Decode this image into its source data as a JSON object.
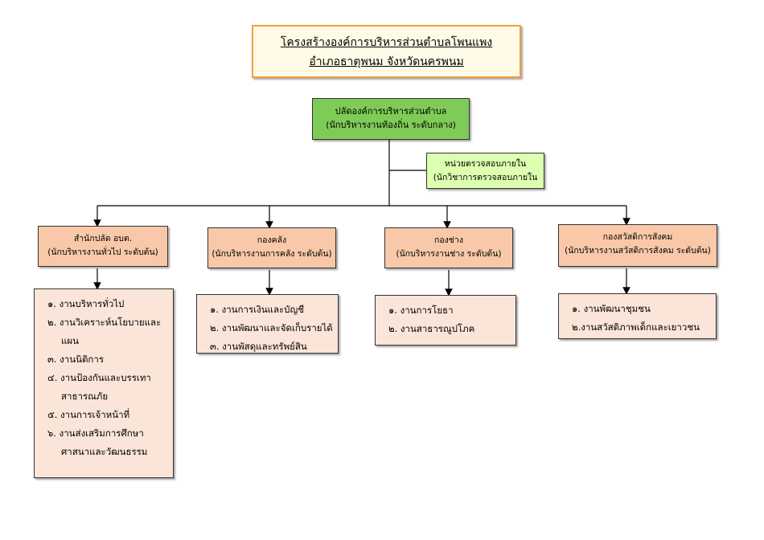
{
  "title": {
    "line1": "โครงสร้างองค์การบริหารส่วนตำบลโพนแพง",
    "line2": "อำเภอธาตุพนม  จังหวัดนครพนม"
  },
  "head": {
    "name": "ปลัดองค์การบริหารส่วนตำบล",
    "position": "(นักบริหารงานท้องถิ่น ระดับกลาง)"
  },
  "audit": {
    "name": "หน่วยตรวจสอบภายใน",
    "position": "(นักวิชาการตรวจสอบภายใน"
  },
  "departments": [
    {
      "name": "สำนักปลัด อบต.",
      "position": "(นักบริหารงานทั่วไป  ระดับต้น)",
      "tasks": [
        "๑. งานบริหารทั่วไป",
        "๒. งานวิเคราะห์นโยบายและ",
        "แผน",
        "๓. งานนิติการ",
        "๔. งานป้องกันและบรรเทา",
        "สาธารณภัย",
        "๕. งานการเจ้าหน้าที่",
        "๖. งานส่งเสริมการศึกษา",
        "ศาสนาและวัฒนธรรม"
      ]
    },
    {
      "name": "กองคลัง",
      "position": "(นักบริหารงานการคลัง ระดับต้น)",
      "tasks": [
        "๑. งานการเงินและบัญชี",
        "๒. งานพัฒนาและจัดเก็บรายได้",
        "๓. งานพัสดุและทรัพย์สิน"
      ]
    },
    {
      "name": "กองช่าง",
      "position": "(นักบริหารงานช่าง ระดับต้น)",
      "tasks": [
        "๑. งานการโยธา",
        "๒. งานสาธารณูปโภค"
      ]
    },
    {
      "name": "กองสวัสดิการสังคม",
      "position": "(นักบริหารงานสวัสดิการสังคม  ระดับต้น)",
      "tasks": [
        "๑. งานพัฒนาชุมชน",
        "๒.งานสวัสดิภาพเด็กและเยาวชน"
      ]
    }
  ]
}
